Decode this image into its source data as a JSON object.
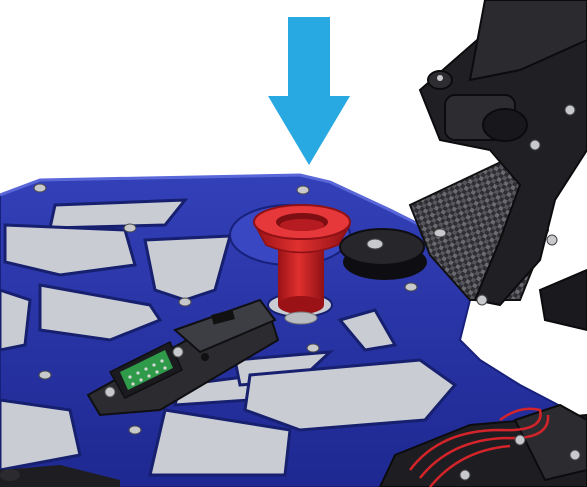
{
  "figure": {
    "colors": {
      "background": "#ffffff",
      "arrow": "#29a9e1",
      "plate": "#2a35a8",
      "plate_dark": "#17207a",
      "plate_edge": "#4653c9",
      "cutout": "#c9ccd3",
      "button_red": "#d4242a",
      "button_red_dark": "#8f1115",
      "arm_black": "#1f1f22",
      "carbon": "#3b3b40",
      "connector_green": "#2f9a4a",
      "screw": "#c7c9cc"
    },
    "icons": [
      "down-arrow-icon",
      "emergency-stop-button",
      "connector-module",
      "carbon-fiber-arm",
      "screw-head"
    ]
  }
}
